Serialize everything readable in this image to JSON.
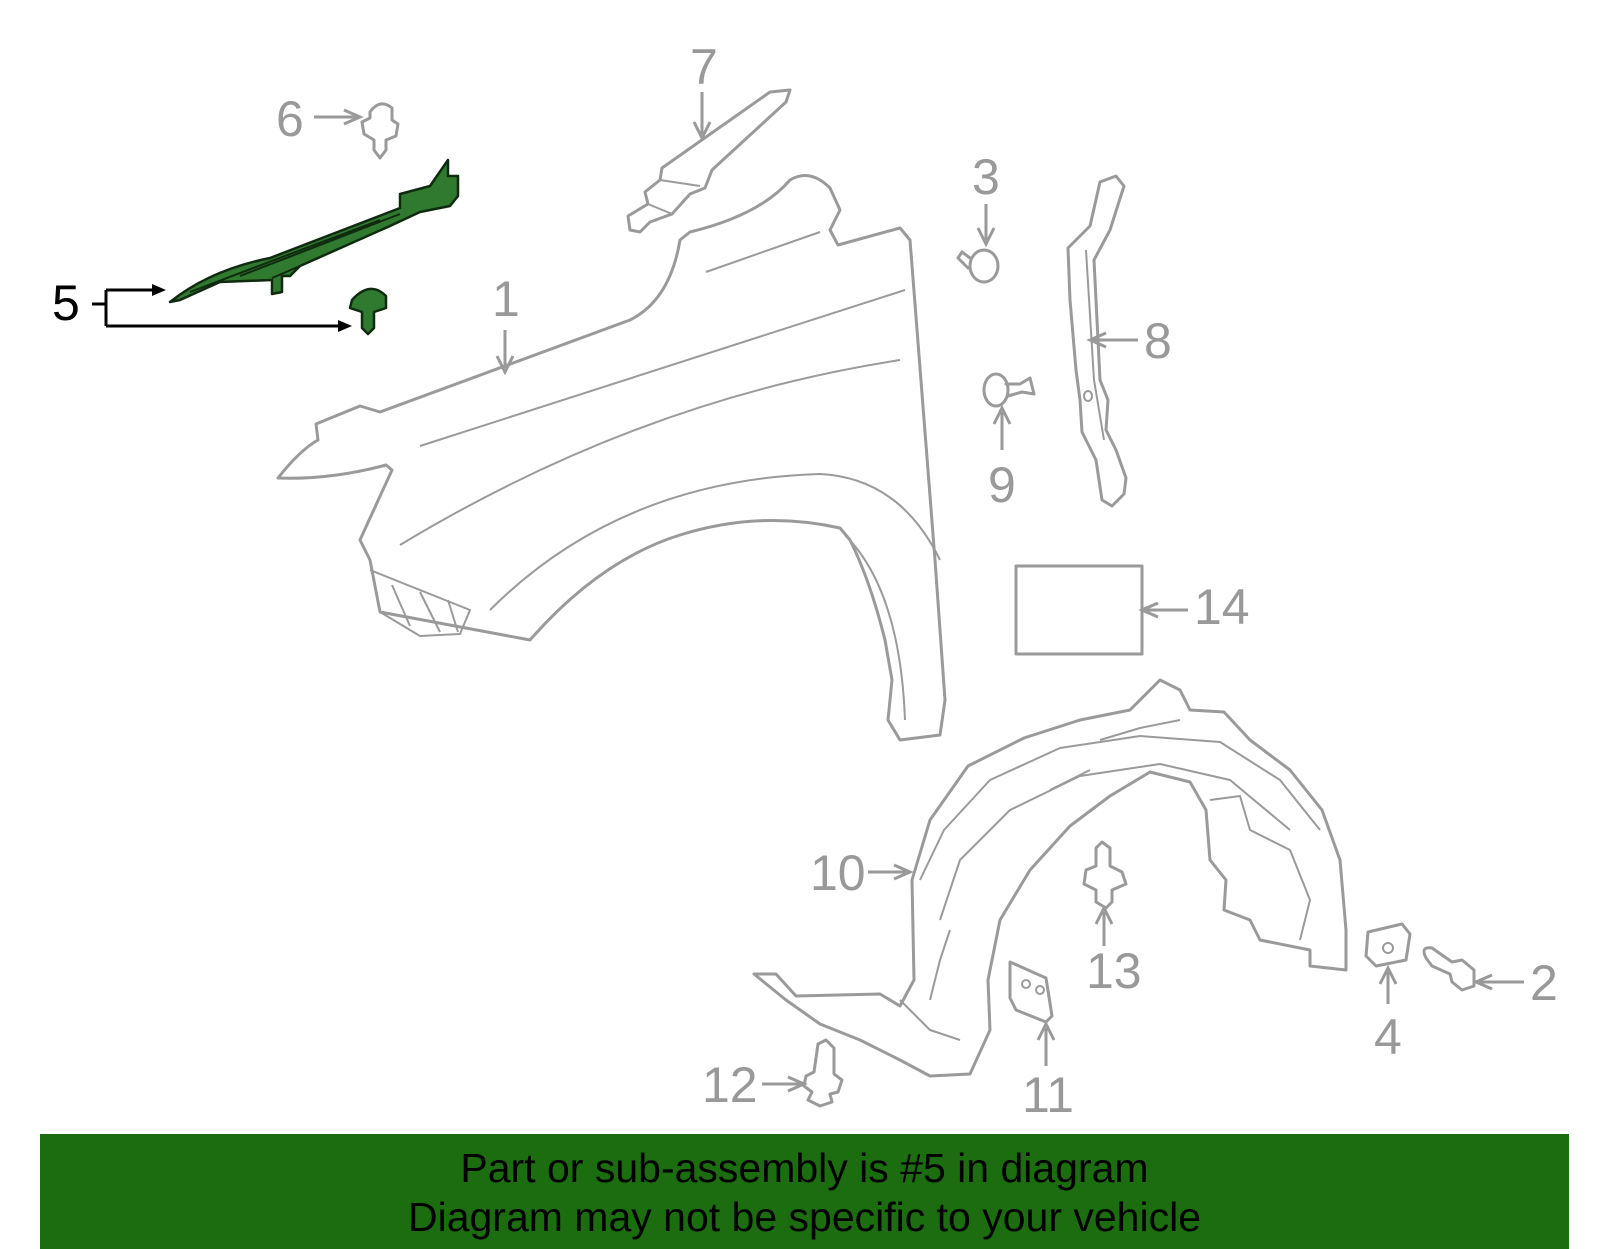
{
  "callouts": {
    "c1": "1",
    "c2": "2",
    "c3": "3",
    "c4": "4",
    "c5": "5",
    "c6": "6",
    "c7": "7",
    "c8": "8",
    "c9": "9",
    "c10": "10",
    "c11": "11",
    "c12": "12",
    "c13": "13",
    "c14": "14"
  },
  "highlighted_part": "5",
  "colors": {
    "highlight": "#2f7a2f",
    "banner": "#1b6d10",
    "line_art": "#9a9a9a"
  },
  "banner": {
    "line1": "Part or sub-assembly is #5 in diagram",
    "line2": "Diagram may not be specific to your vehicle"
  }
}
